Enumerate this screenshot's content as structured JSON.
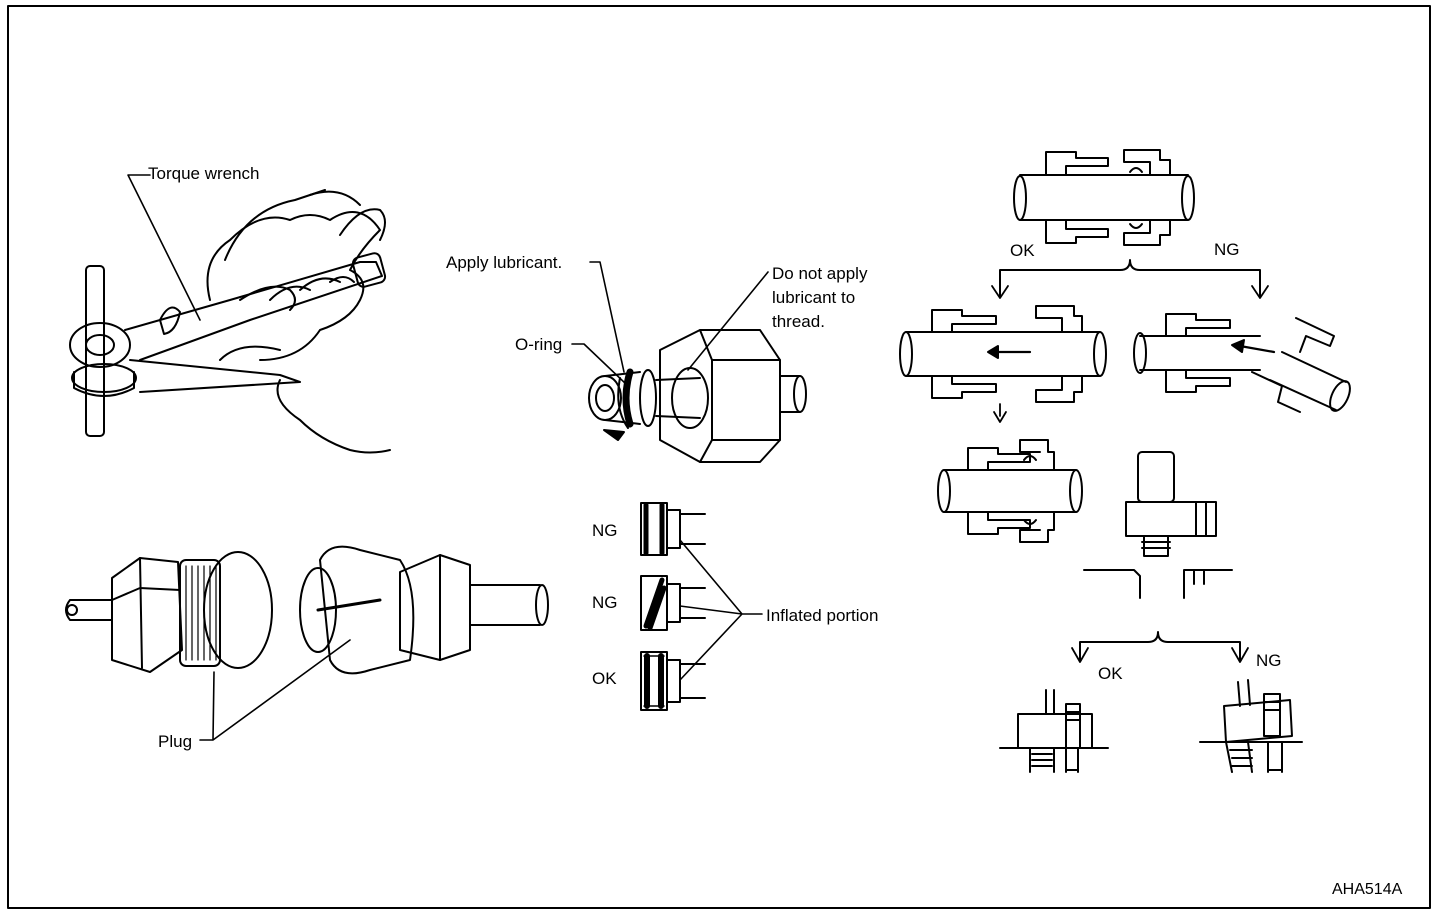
{
  "figure_id": "AHA514A",
  "labels": {
    "torque_wrench": "Torque wrench",
    "plug": "Plug",
    "apply_lubricant": "Apply lubricant.",
    "do_not_apply": "Do not apply\nlubricant to\nthread.",
    "o_ring": "O-ring",
    "inflated_portion": "Inflated portion"
  },
  "oring_checks": [
    "NG",
    "NG",
    "OK"
  ],
  "coupling_checks": {
    "ok": "OK",
    "ng": "NG"
  },
  "nut_checks": {
    "ok": "OK",
    "ng": "NG"
  },
  "colors": {
    "line": "#000000",
    "background": "#ffffff"
  }
}
